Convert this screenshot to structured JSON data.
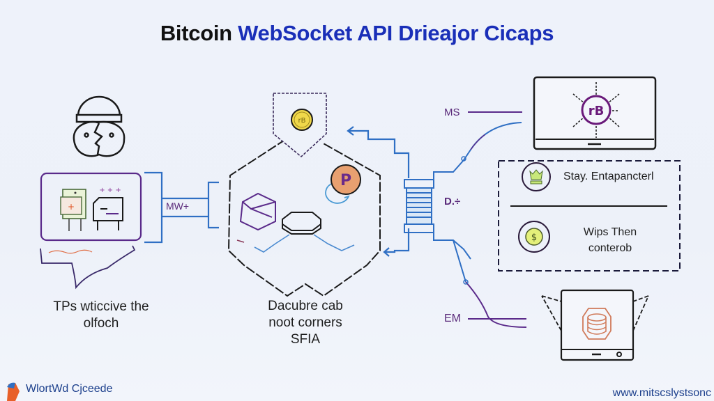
{
  "title": {
    "part1": "Bitcoin",
    "part2": "WebSocket API Drieajor Cicaps"
  },
  "left_panel": {
    "connector_label": "MW+",
    "caption_line1": "TPs wticcive the",
    "caption_line2": "olfoch",
    "icons": [
      "user-head-icon",
      "server-machine-icon",
      "terminal-machine-icon",
      "speech-bubble-icon"
    ]
  },
  "center_panel": {
    "caption_line1": "Dacubre cab",
    "caption_line2": "noot corners",
    "caption_line3": "SFIA",
    "top_coin_label": "rB",
    "badge_label": "P",
    "icons": [
      "bitcoin-coin-icon",
      "p-badge-icon",
      "cube-icon",
      "disc-icon"
    ]
  },
  "connectors": {
    "ms_label": "MS",
    "d_label": "D.÷",
    "em_label": "EM"
  },
  "right_panel": {
    "monitor_coin_label": "rB",
    "legend_items": [
      {
        "icon": "crown-icon",
        "text": "Stay. Entapancterl"
      },
      {
        "icon": "dollar-coin-icon",
        "text_line1": "Wips Then",
        "text_line2": "conterob"
      }
    ],
    "icons": [
      "monitor-icon",
      "database-tablet-icon"
    ]
  },
  "footer": {
    "left_text": "WlortWd Cjceede",
    "right_text": "www.mitscslystsonc"
  },
  "colors": {
    "title_dark": "#111111",
    "title_blue": "#1a2fb8",
    "line_blue": "#2f6fc4",
    "line_purple": "#5a2a8a",
    "coin_yellow": "#f0d84a",
    "badge_orange": "#e8a070",
    "crown_green": "#c8e87a",
    "db_orange": "#d07a5a"
  }
}
